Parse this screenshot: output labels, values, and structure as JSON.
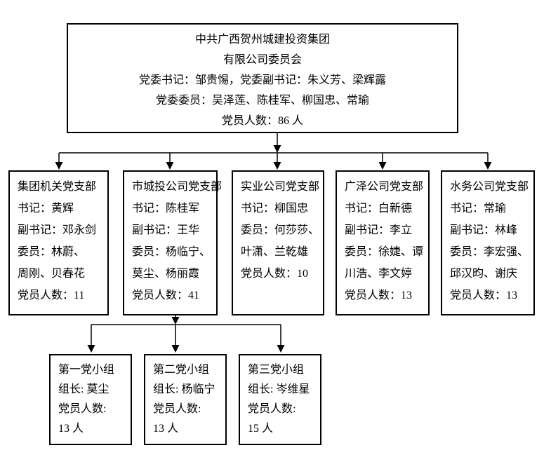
{
  "committee": {
    "lines": [
      "中共广西贺州城建投资集团",
      "有限公司委员会",
      "党委书记：邹贵惕，党委副书记：朱义芳、梁辉露",
      "党委委员：吴泽莲、陈桂军、柳国忠、常瑜",
      "党员人数：86 人"
    ]
  },
  "branches": [
    {
      "title": "集团机关党支部",
      "lines": [
        "集团机关党支部",
        "书记：黄辉",
        "副书记：邓永剑",
        "委员：林蔚、",
        "周刚、贝春花",
        "党员人数：11"
      ],
      "member_count": 11
    },
    {
      "title": "市城投公司党支部",
      "lines": [
        "市城投公司党支部",
        "书记：陈桂军",
        "副书记：王华",
        "委员：杨临宁、",
        "莫尘、杨丽霞",
        "党员人数：41"
      ],
      "member_count": 41
    },
    {
      "title": "实业公司党支部",
      "lines": [
        "实业公司党支部",
        "书记：柳国忠",
        "委员：何莎莎、",
        "叶潇、兰乾雄",
        "党员人数：10"
      ],
      "member_count": 10
    },
    {
      "title": "广泽公司党支部",
      "lines": [
        "广泽公司党支部",
        "书记：白新德",
        "副书记：李立",
        "委员：徐婕、谭",
        "川浩、李文婷",
        "党员人数：13"
      ],
      "member_count": 13
    },
    {
      "title": "水务公司党支部",
      "lines": [
        "水务公司党支部",
        "书记：常瑜",
        "副书记：林峰",
        "委员：李宏强、",
        "邱汉昀、谢庆",
        "党员人数：13"
      ],
      "member_count": 13
    }
  ],
  "groups": [
    {
      "title": "第一党小组",
      "lines": [
        "第一党小组",
        "组长: 莫尘",
        "党员人数:",
        "13 人"
      ],
      "member_count": 13
    },
    {
      "title": "第二党小组",
      "lines": [
        "第二党小组",
        "组长: 杨临宁",
        "党员人数:",
        "13 人"
      ],
      "member_count": 13
    },
    {
      "title": "第三党小组",
      "lines": [
        "第三党小组",
        "组长: 岑维星",
        "党员人数:",
        "15 人"
      ],
      "member_count": 15
    }
  ],
  "colors": {
    "background": "#ffffff",
    "text": "#000000",
    "border": "#000000",
    "line": "#000000"
  }
}
